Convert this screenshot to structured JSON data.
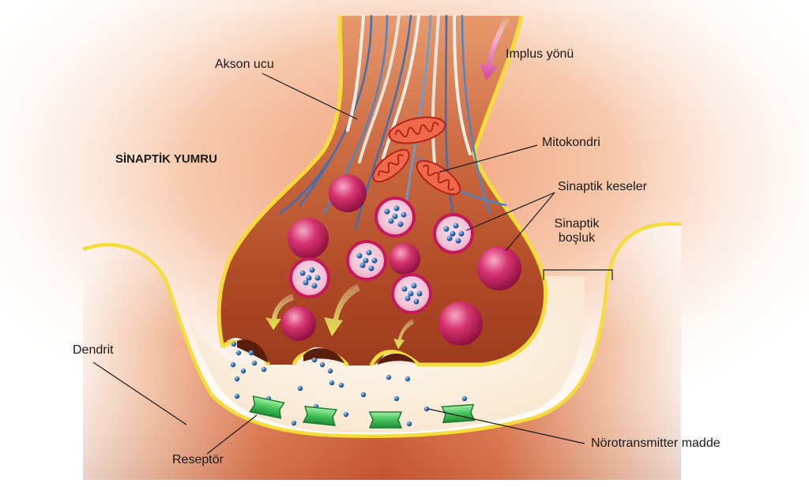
{
  "labels": {
    "akson_ucu": "Akson ucu",
    "implus_yonu": "Implus yönü",
    "sinaptik_yumru": "SİNAPTİK YUMRU",
    "mitokondri": "Mitokondri",
    "sinaptik_keseler": "Sinaptik keseler",
    "sinaptik_bosluk_line1": "Sinaptik",
    "sinaptik_bosluk_line2": "boşluk",
    "dendrit": "Dendrit",
    "reseptor": "Reseptör",
    "norotransmitter": "Nörotransmitter madde"
  },
  "colors": {
    "membrane": "#f5dc3a",
    "bouton_dark": "#a8401f",
    "dendrite": "#d96a45",
    "vesicle": "#c8185c",
    "vesicle_light": "#f2c3d8",
    "mitochondria": "#e03a22",
    "receptor": "#47c45a",
    "neurotransmitter": "#2e6fb0",
    "impulse_arrow": "#d6439a",
    "flow_arrow": "#e8ef5a"
  },
  "icons": [
    "impulse-arrow",
    "release-arrow",
    "mitochondrion",
    "vesicle",
    "receptor",
    "neurotransmitter-dot"
  ]
}
